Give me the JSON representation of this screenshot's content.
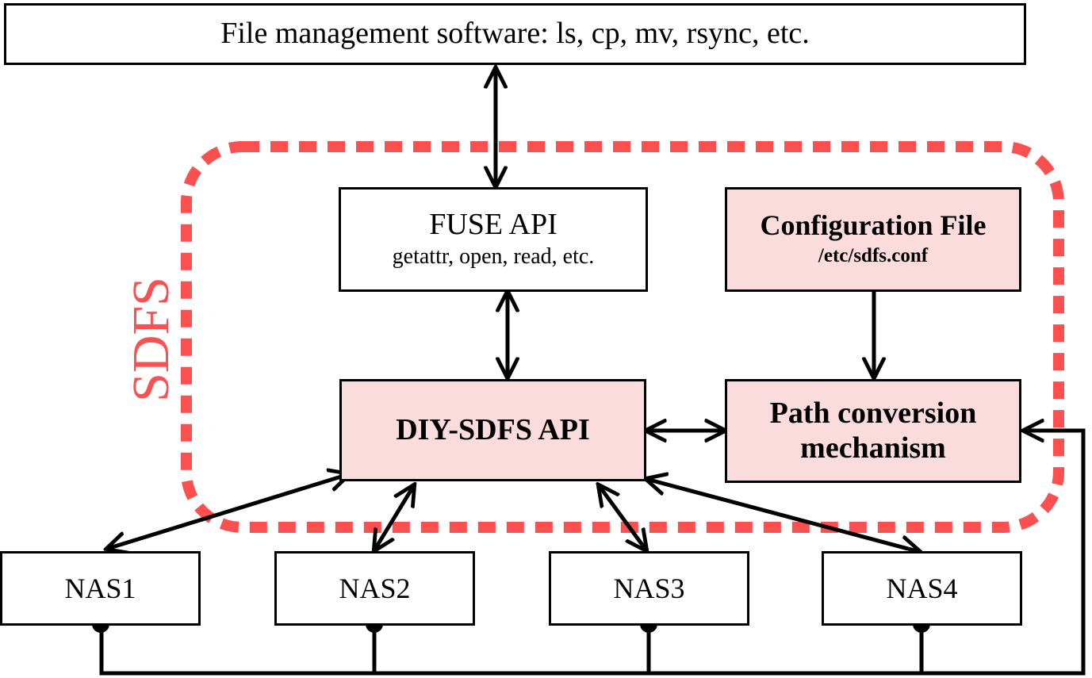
{
  "top": {
    "label": "File management software: ls, cp, mv, rsync, etc."
  },
  "fuse": {
    "title": "FUSE API",
    "subtitle": "getattr, open, read, etc."
  },
  "config": {
    "title": "Configuration File",
    "path": "/etc/sdfs.conf"
  },
  "diy": {
    "label": "DIY-SDFS API"
  },
  "pathconv": {
    "line1": "Path conversion",
    "line2": "mechanism"
  },
  "sdfs": {
    "label": "SDFS"
  },
  "nas": [
    "NAS1",
    "NAS2",
    "NAS3",
    "NAS4"
  ],
  "colors": {
    "boundary": "#fa5050",
    "highlight_box": "#fadcdc",
    "stroke": "#000000"
  }
}
